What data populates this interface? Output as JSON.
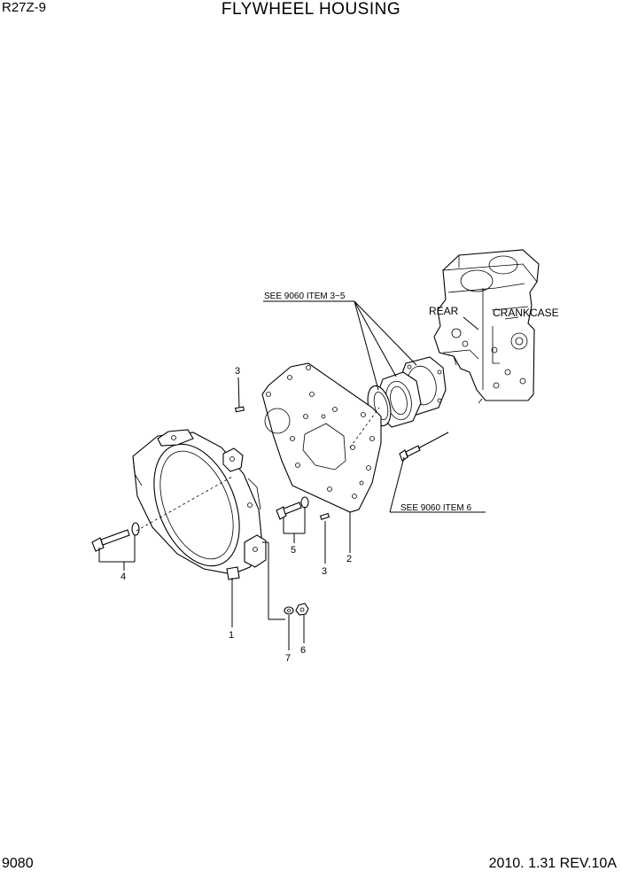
{
  "header": {
    "model": "R27Z-9",
    "title": "FLYWHEEL HOUSING"
  },
  "footer": {
    "page_number": "9080",
    "revision": "2010. 1.31  REV.10A"
  },
  "diagram": {
    "references": {
      "see_items_3_5": "SEE 9060 ITEM 3~5",
      "see_item_6": "SEE 9060 ITEM 6"
    },
    "labels": {
      "rear": "REAR",
      "crankcase": "CRANKCASE"
    },
    "callouts": {
      "flywheel_housing": "1",
      "plate": "2",
      "pin_upper": "3",
      "pin_lower": "3",
      "bolt_left": "4",
      "bolt_center": "5",
      "nut": "6",
      "washer": "7"
    }
  }
}
